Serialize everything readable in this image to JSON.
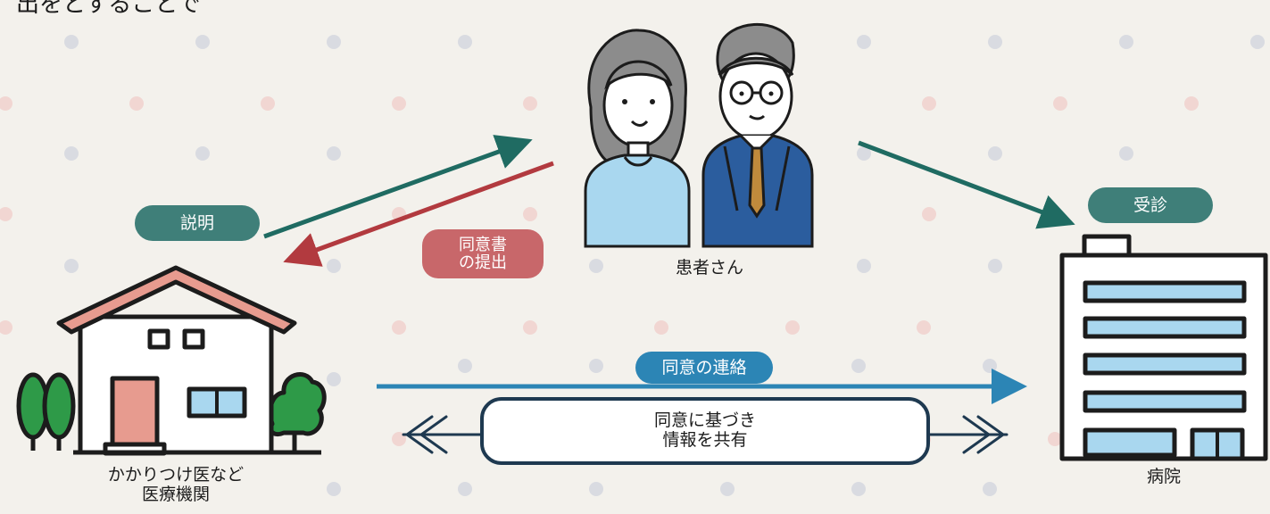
{
  "header": {
    "partial_text": "出をとすることで"
  },
  "labels": {
    "explain": "説明",
    "consent_submit_line1": "同意書",
    "consent_submit_line2": "の提出",
    "visit": "受診",
    "consent_notice": "同意の連絡",
    "share_line1": "同意に基づき",
    "share_line2": "情報を共有"
  },
  "actors": {
    "patient": "患者さん",
    "clinic_line1": "かかりつけ医など",
    "clinic_line2": "医療機関",
    "hospital": "病院"
  },
  "colors": {
    "teal": "#1f6b62",
    "red": "#b23a3f",
    "blue": "#2c85b5",
    "navy": "#1e3950",
    "house_roof": "#e79b8f",
    "door": "#e79b8f",
    "tree": "#2e9a48",
    "window": "#a9d7ef"
  }
}
